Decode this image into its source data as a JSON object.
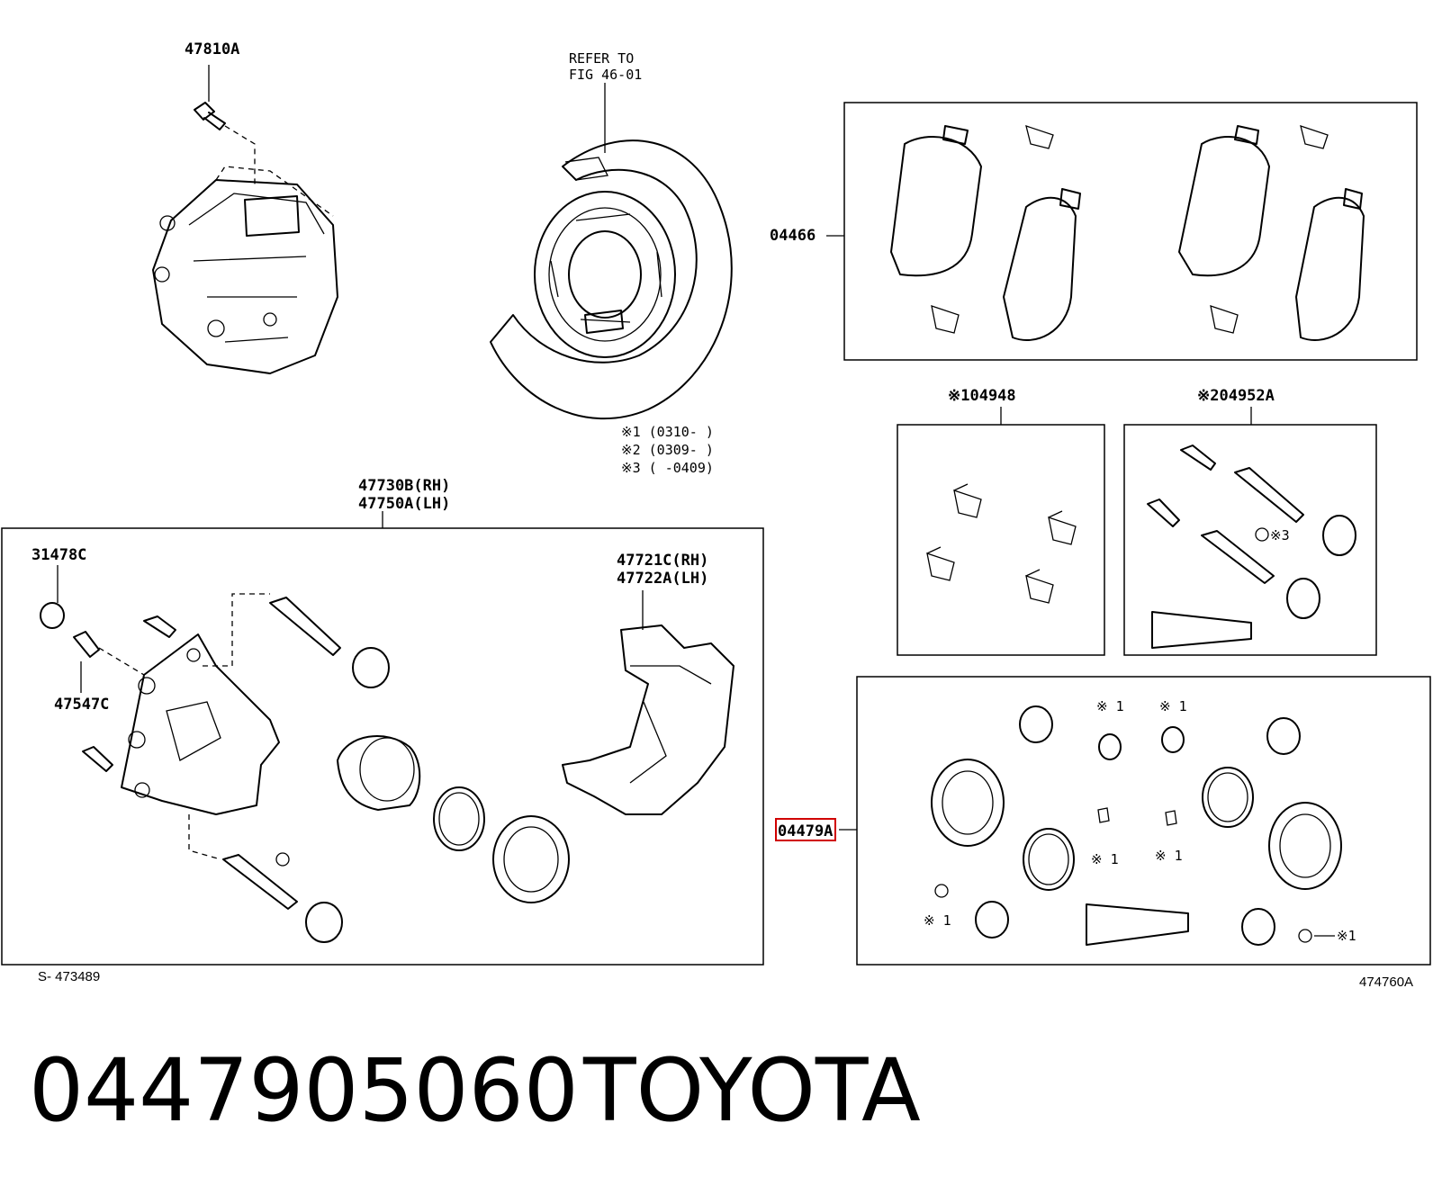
{
  "callouts": {
    "bolt_top": "47810A",
    "refer_line1": "REFER TO",
    "refer_line2": "FIG 46-01",
    "pad_kit": "04466",
    "shim_kit": "※104948",
    "pin_kit": "※204952A",
    "note1": "※1 (0310-    )",
    "note2": "※2 (0309-    )",
    "note3": "※3 (    -0409)",
    "caliper_rh": "47730B(RH)",
    "caliper_lh": "47750A(LH)",
    "bleeder_cap": "31478C",
    "bleeder_plug": "47547C",
    "mount_rh": "47721C(RH)",
    "mount_lh": "47722A(LH)",
    "seal_kit": "04479A",
    "mark_x3": "※3",
    "mark_x1": "※ 1",
    "mark_x1_suffix": "※1",
    "fig_code": "S- 473489",
    "diagram_code": "474760A"
  },
  "footer": {
    "part_number": "0447905060",
    "brand": "TOYOTA"
  },
  "colors": {
    "line": "#000000",
    "highlight": "#d00000"
  }
}
